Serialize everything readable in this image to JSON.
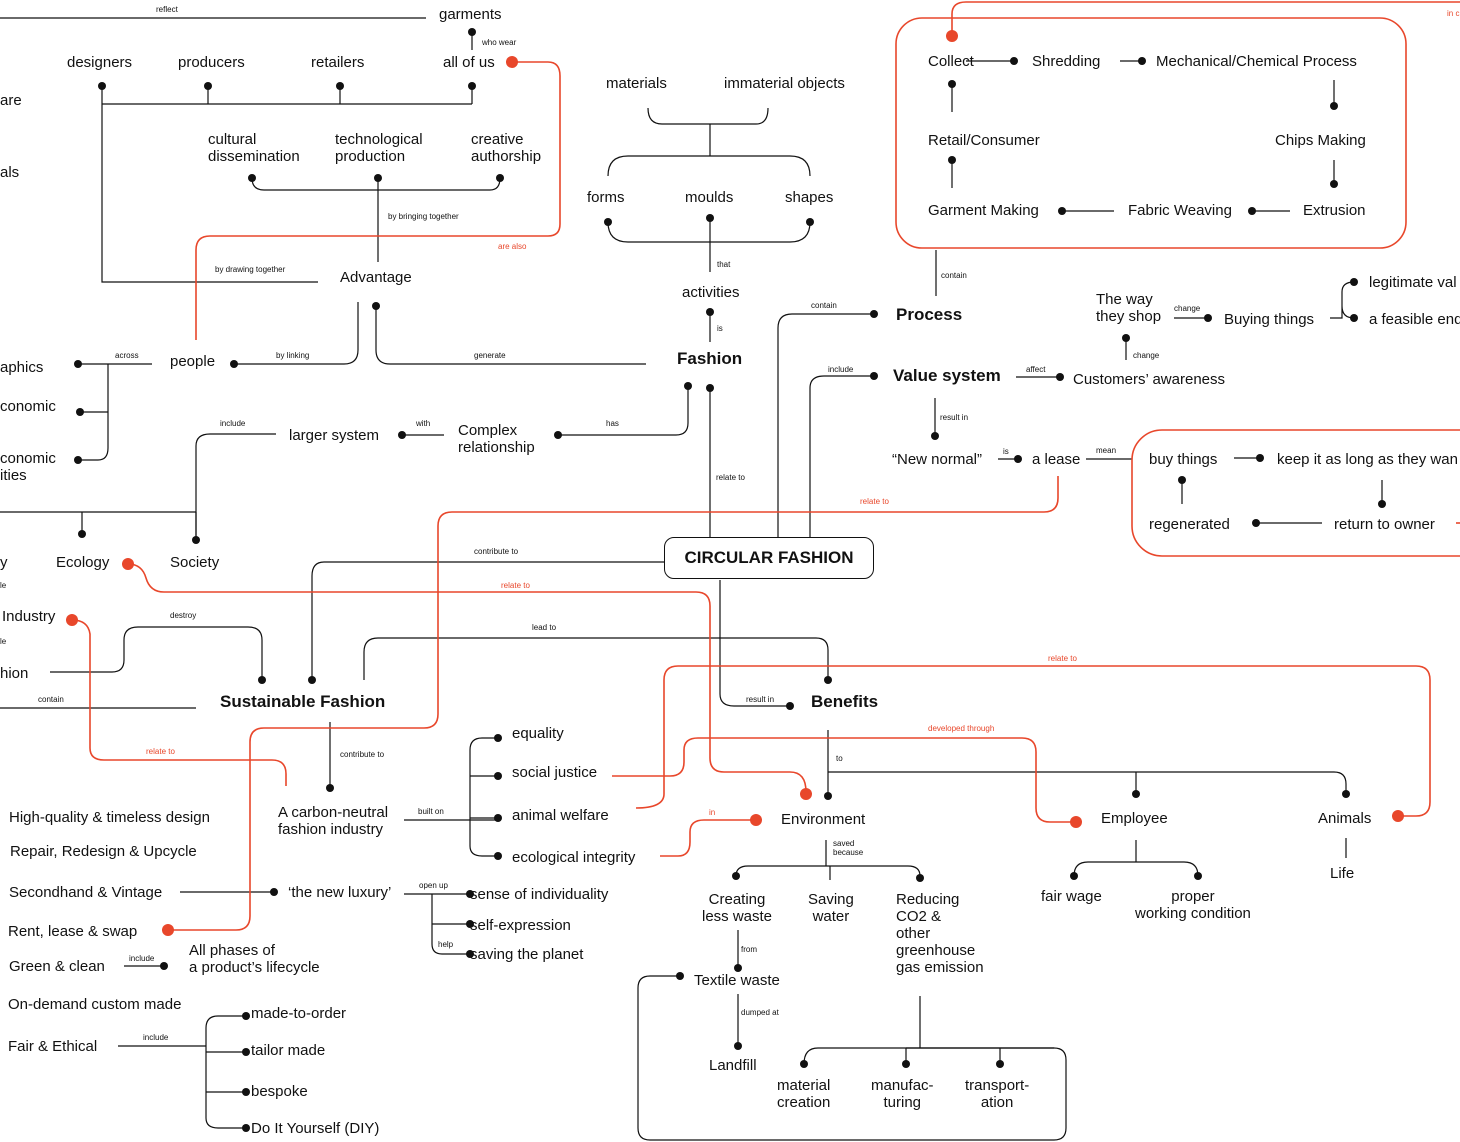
{
  "colors": {
    "accent": "#e8472b",
    "line": "#111111"
  },
  "center": "CIRCULAR FASHION",
  "nodes": {
    "garments": "garments",
    "designers": "designers",
    "producers": "producers",
    "retailers": "retailers",
    "all_of_us": "all of us",
    "are": "are",
    "als": "als",
    "cultural": "cultural\ndissemination",
    "technological": "technological\nproduction",
    "creative": "creative\nauthorship",
    "advantage": "Advantage",
    "people": "people",
    "aphics": "aphics",
    "conomic1": "conomic",
    "conomic2": "conomic\nities",
    "larger_system": "larger system",
    "complex": "Complex\nrelationship",
    "materials": "materials",
    "immaterial": "immaterial objects",
    "forms": "forms",
    "moulds": "moulds",
    "shapes": "shapes",
    "activities": "activities",
    "fashion": "Fashion",
    "collect": "Collect",
    "shredding": "Shredding",
    "mech": "Mechanical/Chemical Process",
    "retail": "Retail/Consumer",
    "chips": "Chips Making",
    "garment_making": "Garment Making",
    "fabric": "Fabric Weaving",
    "extrusion": "Extrusion",
    "process": "Process",
    "value_system": "Value system",
    "way_shop": "The way\nthey shop",
    "buying": "Buying things",
    "legit": "legitimate val",
    "feasible": "a feasible end",
    "customers": "Customers’ awareness",
    "new_normal": "“New normal”",
    "lease": "a lease",
    "buy_things": "buy things",
    "keep": "keep it as long as they wan",
    "regenerated": "regenerated",
    "return": "return to owner",
    "y": "y",
    "ecology": "Ecology",
    "society": "Society",
    "industry": "Industry",
    "hion": "hion",
    "sustainable": "Sustainable Fashion",
    "benefits": "Benefits",
    "equality": "equality",
    "social": "social justice",
    "animal_welfare": "animal welfare",
    "eco_integrity": "ecological integrity",
    "carbon": "A carbon-neutral\nfashion industry",
    "hq": "High-quality & timeless design",
    "repair": "Repair, Redesign & Upcycle",
    "secondhand": "Secondhand & Vintage",
    "rent": "Rent, lease & swap",
    "green": "Green & clean",
    "ondemand": "On-demand custom made",
    "fair": "Fair & Ethical",
    "new_luxury": "‘the new luxury’",
    "individuality": "sense of individuality",
    "selfexp": "self-expression",
    "saving_planet": "saving the planet",
    "all_phases": "All phases of\na product’s lifecycle",
    "mto": "made-to-order",
    "tailor": "tailor made",
    "bespoke": "bespoke",
    "diy": "Do It Yourself (DIY)",
    "environment": "Environment",
    "employee": "Employee",
    "animals": "Animals",
    "life": "Life",
    "creating": "Creating\nless waste",
    "saving_water": "Saving\nwater",
    "reducing": "Reducing\nCO2 &\nother\ngreenhouse\ngas emission",
    "fair_wage": "fair wage",
    "proper": "proper\nworking condition",
    "textile": "Textile waste",
    "landfill": "Landfill",
    "material_creation": "material\ncreation",
    "manufac": "manufac-\nturing",
    "transport": "transport-\nation"
  },
  "labels": {
    "reflect": "reflect",
    "who_wear": "who wear",
    "by_bringing": "by bringing together",
    "are_also": "are also",
    "by_drawing": "by drawing together",
    "across": "across",
    "by_linking": "by linking",
    "generate": "generate",
    "include1": "include",
    "with": "with",
    "has": "has",
    "that": "that",
    "is1": "is",
    "contain1": "contain",
    "contain2": "contain",
    "include2": "include",
    "change1": "change",
    "change2": "change",
    "affect": "affect",
    "result_in1": "result in",
    "is2": "is",
    "mean": "mean",
    "relate_to1": "relate to",
    "relate_to2": "relate to",
    "relate_to3": "relate to",
    "relate_to4": "relate to",
    "relate_to_fashion": "relate to",
    "contribute_to1": "contribute to",
    "contribute_to2": "contribute to",
    "destroy": "destroy",
    "lead_to": "lead to",
    "contain3": "contain",
    "result_in2": "result in",
    "developed": "developed through",
    "to": "to",
    "in_red": "in",
    "in_c": "in c",
    "built_on": "built on",
    "open_up": "open up",
    "help": "help",
    "include3": "include",
    "include4": "include",
    "saved": "saved\nbecause",
    "from": "from",
    "dumped": "dumped at",
    "le1": "le",
    "le2": "le"
  }
}
